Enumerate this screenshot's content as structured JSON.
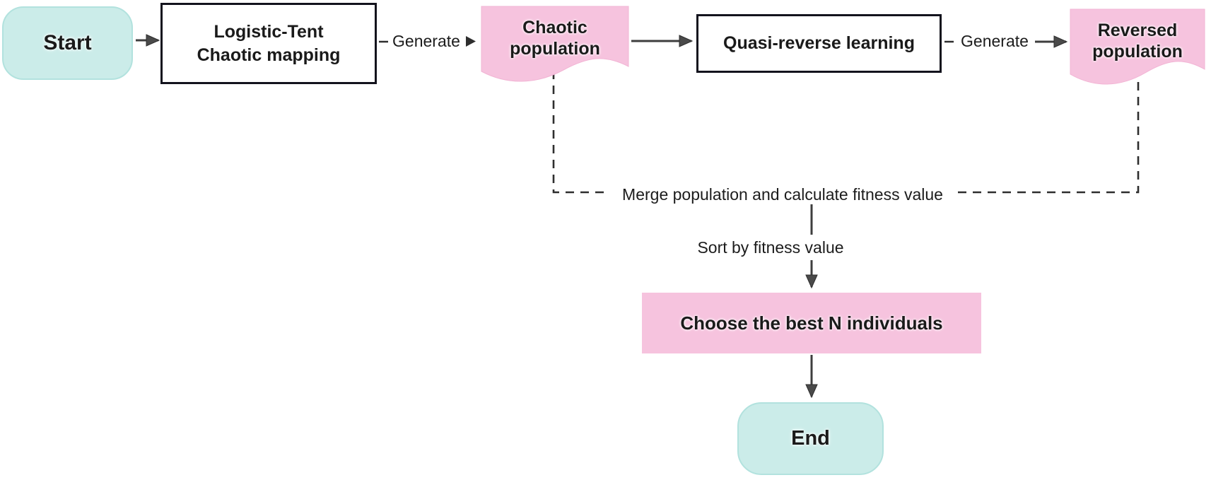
{
  "diagram": {
    "type": "flowchart",
    "colors": {
      "terminal_fill": "#cbece9",
      "document_fill": "#f6c3de",
      "highlight_fill": "#f6c3de",
      "process_fill": "#ffffff",
      "process_border": "#13131d",
      "connector": "#3e3e3e",
      "text": "#1a1a1a"
    },
    "nodes": {
      "start": {
        "label": "Start",
        "shape": "rounded-terminal"
      },
      "logistic_tent": {
        "label_line1": "Logistic-Tent",
        "label_line2": "Chaotic mapping",
        "shape": "process-box"
      },
      "chaotic_population": {
        "label_line1": "Chaotic",
        "label_line2": "population",
        "shape": "document"
      },
      "quasi_reverse": {
        "label": "Quasi-reverse learning",
        "shape": "process-box"
      },
      "reversed_population": {
        "label_line1": "Reversed",
        "label_line2": "population",
        "shape": "document"
      },
      "choose_best": {
        "label": "Choose the best N individuals",
        "shape": "filled-box"
      },
      "end": {
        "label": "End",
        "shape": "rounded-terminal"
      }
    },
    "edge_labels": {
      "generate_1": "Generate",
      "generate_2": "Generate",
      "merge": "Merge population and calculate fitness value",
      "sort": "Sort by fitness value"
    }
  }
}
